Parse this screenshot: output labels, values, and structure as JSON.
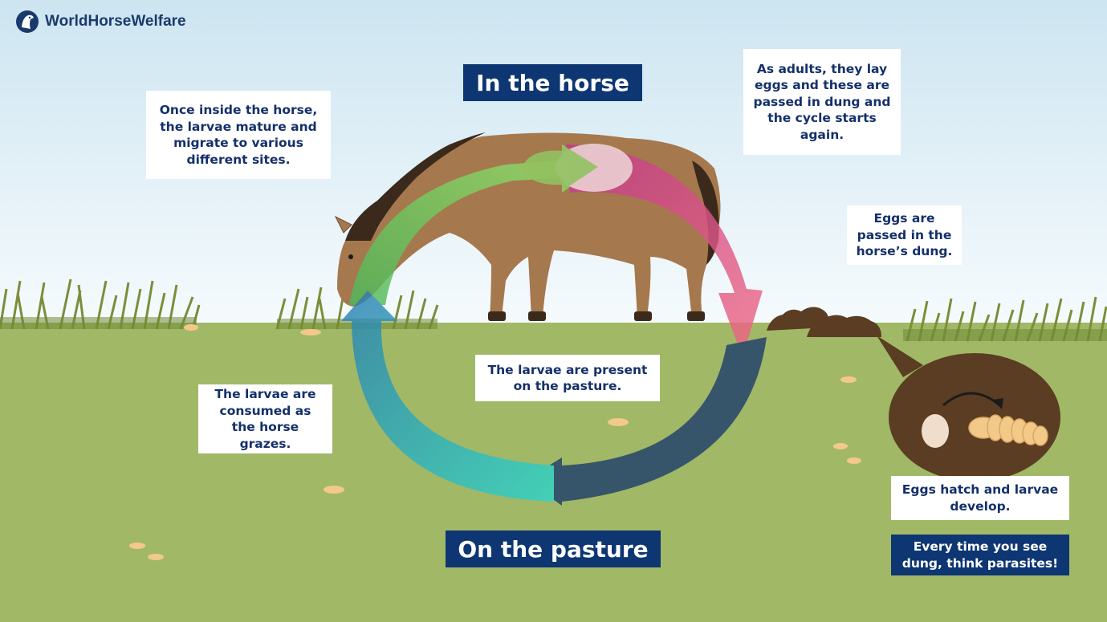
{
  "brand": {
    "name": "WorldHorseWelfare",
    "icon": "horse-head-logo-icon"
  },
  "headings": {
    "in_horse": "In the horse",
    "on_pasture": "On the pasture"
  },
  "steps": {
    "mature": "Once inside the horse, the larvae mature and migrate to various different sites.",
    "adults": "As adults, they lay eggs and these are passed in dung and the cycle starts again.",
    "eggs_passed": "Eggs are passed in the horse’s dung.",
    "present": "The larvae are present on the pasture.",
    "consumed": "The larvae are consumed as the horse grazes.",
    "hatch": "Eggs hatch and larvae develop."
  },
  "tip": "Every time you see dung, think parasites!",
  "colors": {
    "navy": "#0d3672",
    "sky_top": "#cfe6f2",
    "grass": "#a0b866",
    "arrow_green": "#7fcf5a",
    "arrow_pink": "#e2507e",
    "arrow_navy": "#24436f",
    "arrow_teal": "#2fcfc8"
  }
}
